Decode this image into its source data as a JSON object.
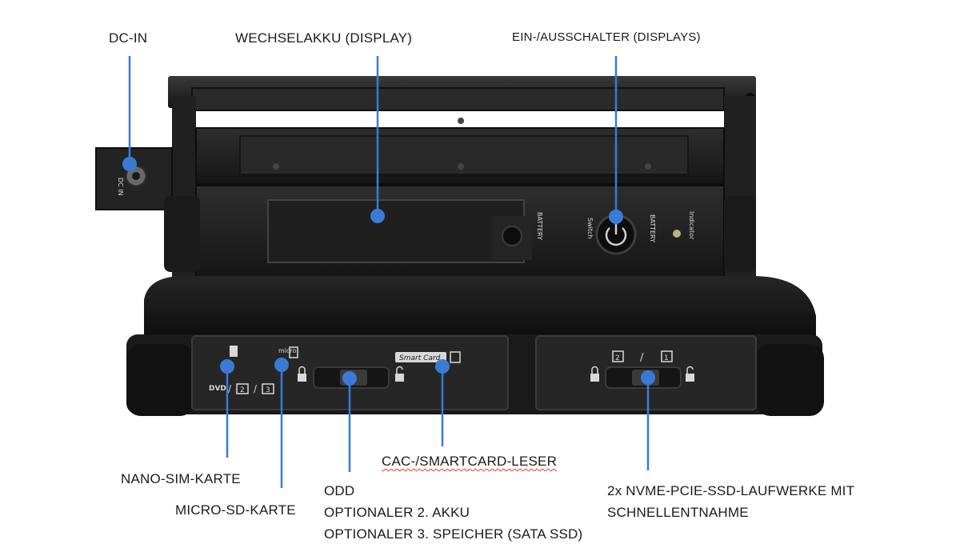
{
  "colors": {
    "callout": "#3a7bd5",
    "device_dark": "#1c1c1c",
    "device_mid": "#2b2b2b",
    "label_text": "#1b1b1b"
  },
  "labels": {
    "dc_in": "DC-IN",
    "swappable_battery": "WECHSELAKKU (DISPLAY)",
    "power_switch": "EIN-/AUSSCHALTER (DISPLAYS)",
    "nano_sim": "NANO-SIM-KARTE",
    "micro_sd": "MICRO-SD-KARTE",
    "odd_lines": [
      "ODD",
      "OPTIONALER 2. AKKU",
      "OPTIONALER 3. SPEICHER (SATA SSD)"
    ],
    "smartcard": "CAC-/SMARTCARD-LESER",
    "nvme_lines": [
      "2x NVME-PCIE-SSD-LAUFWERKE MIT",
      "SCHNELLENTNAHME"
    ]
  },
  "device_markings": {
    "dc_in": "DC IN",
    "battery_left": "BATTERY",
    "switch": "Switch",
    "battery_right": "BATTERY",
    "indicator": "Indicator",
    "smart_card": "Smart Card",
    "dvd": "DVD",
    "slot_2": "2",
    "slot_3": "3",
    "bay_2": "2",
    "bay_1": "1",
    "bay_sep": "/"
  },
  "icons": [
    "sim-card-icon",
    "micro-sd-icon",
    "lock-icon",
    "unlock-icon",
    "power-icon",
    "smartcard-icon"
  ]
}
